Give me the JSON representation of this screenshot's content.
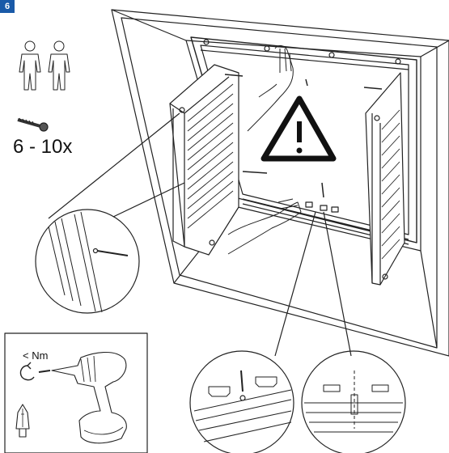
{
  "step": {
    "number": "6"
  },
  "screws": {
    "count_label": "6 - 10x"
  },
  "tool": {
    "torque_label": "< Nm"
  },
  "colors": {
    "badge": "#1a5aa8",
    "line": "#222222",
    "warning": "#111111"
  },
  "icons": [
    "two-persons-icon",
    "screw-icon",
    "warning-icon",
    "drill-icon",
    "bit-icon",
    "rotate-icon"
  ]
}
